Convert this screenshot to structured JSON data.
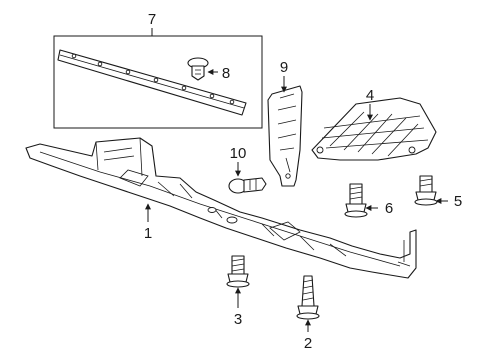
{
  "callouts": {
    "c1": "1",
    "c2": "2",
    "c3": "3",
    "c4": "4",
    "c5": "5",
    "c6": "6",
    "c7": "7",
    "c8": "8",
    "c9": "9",
    "c10": "10"
  },
  "colors": {
    "line": "#1a1a1a",
    "background": "#ffffff"
  }
}
